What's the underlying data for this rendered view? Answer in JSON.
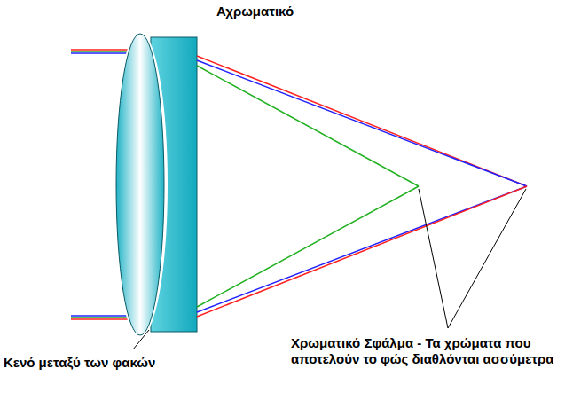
{
  "diagram": {
    "labels": [
      "Αχρωματικό",
      "Κενό μεταξύ των φακών",
      "Χρωματικό Σφάλμα - Τα χρώματα που αποτελούν το φώς διαθλόνται ασσύμετρα"
    ]
  }
}
